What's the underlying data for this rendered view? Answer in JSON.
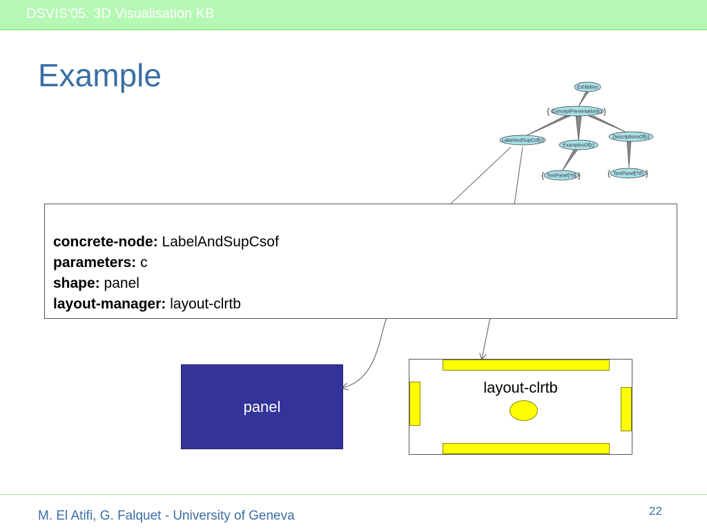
{
  "header": {
    "title": "DSVIS'05: 3D Visualisation KB"
  },
  "slide": {
    "title": "Example"
  },
  "tree": {
    "nodes": {
      "exhibition": "Exhibition",
      "concept_presentation": "ConceptPresentation[c]",
      "label_and_supcof": "LabelAndSupCof[c]",
      "examples_of": "ExamplesOf[c]",
      "descriptions_of": "DescriptionsOf[c]",
      "textpanel_left": "TextPanel[?d]",
      "textpanel_right": "TextPanel[?d']"
    },
    "braces": {
      "open": "{",
      "close": "}"
    }
  },
  "callout": {
    "concrete_node_label": "concrete-node:",
    "concrete_node_value": "LabelAndSupCsof",
    "parameters_label": "parameters:",
    "parameters_value": "c",
    "shape_label": "shape:",
    "shape_value": "panel",
    "layout_manager_label": "layout-manager:",
    "layout_manager_value": "layout-clrtb"
  },
  "panel": {
    "label": "panel"
  },
  "layout": {
    "label": "layout-clrtb"
  },
  "footer": {
    "authors": "M. El Atifi, G. Falquet - University of Geneva",
    "page_number": "22"
  },
  "colors": {
    "header_bg": "#b4f8b4",
    "title": "#3a6ea5",
    "panel": "#333399",
    "node_fill": "#a8e0e8",
    "yellow": "#ffff00"
  }
}
